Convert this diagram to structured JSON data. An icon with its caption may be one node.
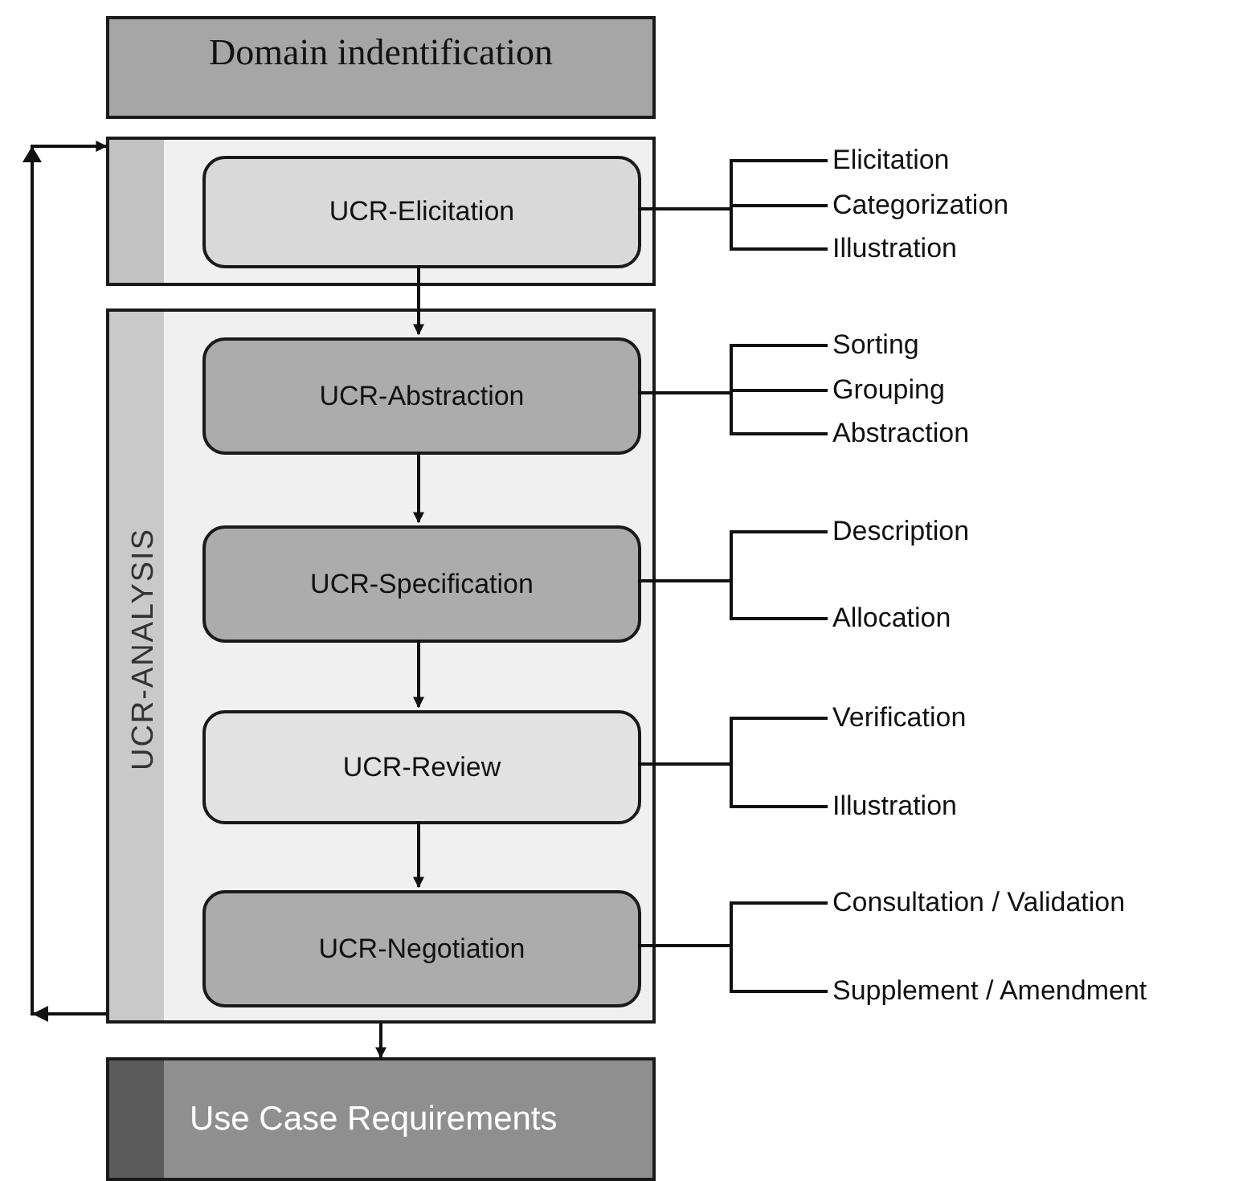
{
  "diagram": {
    "nodes": [
      {
        "text": [
          "Domain indentification"
        ]
      },
      {
        "text": [],
        "shape": "box"
      },
      {
        "text": [
          "UCR-Elicitation"
        ],
        "in": 1
      },
      {
        "text": [
          "UCR-ANALYSIS"
        ]
      },
      {
        "text": [
          "UCR-Abstraction"
        ],
        "in": 3
      },
      {
        "text": [
          "UCR-Specification"
        ],
        "in": 3
      },
      {
        "text": [
          "UCR-Review"
        ],
        "in": 3
      },
      {
        "text": [
          "UCR-Negotiation"
        ],
        "in": 3
      },
      {
        "text": [
          "Use Case Requirements"
        ]
      },
      {
        "text": [
          "Elicitation"
        ]
      },
      {
        "text": [
          "Categorization"
        ]
      },
      {
        "text": [
          "Illustration"
        ]
      },
      {
        "text": [
          "Sorting"
        ]
      },
      {
        "text": [
          "Grouping"
        ]
      },
      {
        "text": [
          "Abstraction"
        ]
      },
      {
        "text": [
          "Description"
        ]
      },
      {
        "text": [
          "Allocation"
        ]
      },
      {
        "text": [
          "Verification"
        ]
      },
      {
        "text": [
          "Illustration"
        ]
      },
      {
        "text": [
          "Consultation / Validation"
        ]
      },
      {
        "text": [
          "Supplement / Amendment"
        ]
      }
    ],
    "edges": [
      {
        "from": 2,
        "to": 4,
        "arrow": "to"
      },
      {
        "from": 4,
        "to": 5,
        "arrow": "to"
      },
      {
        "from": 5,
        "to": 6,
        "arrow": "to"
      },
      {
        "from": 6,
        "to": 7,
        "arrow": "to"
      },
      {
        "from": 3,
        "to": 8,
        "arrow": "to"
      },
      {
        "from": 3,
        "to": 1,
        "arrow": "to"
      },
      {
        "from": 2,
        "to": 9,
        "arrow": "none"
      },
      {
        "from": 2,
        "to": 10,
        "arrow": "none"
      },
      {
        "from": 2,
        "to": 11,
        "arrow": "none"
      },
      {
        "from": 4,
        "to": 12,
        "arrow": "none"
      },
      {
        "from": 4,
        "to": 13,
        "arrow": "none"
      },
      {
        "from": 4,
        "to": 14,
        "arrow": "none"
      },
      {
        "from": 5,
        "to": 15,
        "arrow": "none"
      },
      {
        "from": 5,
        "to": 16,
        "arrow": "none"
      },
      {
        "from": 6,
        "to": 17,
        "arrow": "none"
      },
      {
        "from": 6,
        "to": 18,
        "arrow": "none"
      },
      {
        "from": 7,
        "to": 19,
        "arrow": "none"
      },
      {
        "from": 7,
        "to": 20,
        "arrow": "none"
      }
    ]
  }
}
